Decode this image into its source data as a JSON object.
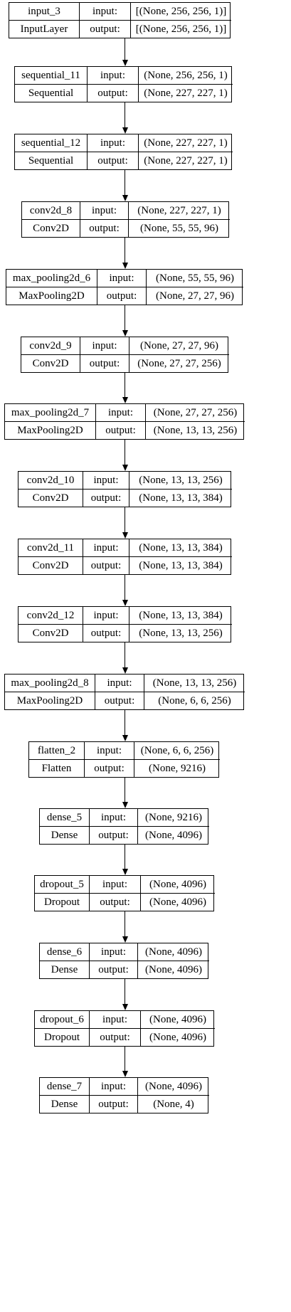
{
  "labels": {
    "input": "input:",
    "output": "output:"
  },
  "layers": [
    {
      "name": "input_3",
      "type": "InputLayer",
      "input": "[(None, 256, 256, 1)]",
      "output": "[(None, 256, 256, 1)]"
    },
    {
      "name": "sequential_11",
      "type": "Sequential",
      "input": "(None, 256, 256, 1)",
      "output": "(None, 227, 227, 1)"
    },
    {
      "name": "sequential_12",
      "type": "Sequential",
      "input": "(None, 227, 227, 1)",
      "output": "(None, 227, 227, 1)"
    },
    {
      "name": "conv2d_8",
      "type": "Conv2D",
      "input": "(None, 227, 227, 1)",
      "output": "(None, 55, 55, 96)"
    },
    {
      "name": "max_pooling2d_6",
      "type": "MaxPooling2D",
      "input": "(None, 55, 55, 96)",
      "output": "(None, 27, 27, 96)"
    },
    {
      "name": "conv2d_9",
      "type": "Conv2D",
      "input": "(None, 27, 27, 96)",
      "output": "(None, 27, 27, 256)"
    },
    {
      "name": "max_pooling2d_7",
      "type": "MaxPooling2D",
      "input": "(None, 27, 27, 256)",
      "output": "(None, 13, 13, 256)"
    },
    {
      "name": "conv2d_10",
      "type": "Conv2D",
      "input": "(None, 13, 13, 256)",
      "output": "(None, 13, 13, 384)"
    },
    {
      "name": "conv2d_11",
      "type": "Conv2D",
      "input": "(None, 13, 13, 384)",
      "output": "(None, 13, 13, 384)"
    },
    {
      "name": "conv2d_12",
      "type": "Conv2D",
      "input": "(None, 13, 13, 384)",
      "output": "(None, 13, 13, 256)"
    },
    {
      "name": "max_pooling2d_8",
      "type": "MaxPooling2D",
      "input": "(None, 13, 13, 256)",
      "output": "(None, 6, 6, 256)"
    },
    {
      "name": "flatten_2",
      "type": "Flatten",
      "input": "(None, 6, 6, 256)",
      "output": "(None, 9216)"
    },
    {
      "name": "dense_5",
      "type": "Dense",
      "input": "(None, 9216)",
      "output": "(None, 4096)"
    },
    {
      "name": "dropout_5",
      "type": "Dropout",
      "input": "(None, 4096)",
      "output": "(None, 4096)"
    },
    {
      "name": "dense_6",
      "type": "Dense",
      "input": "(None, 4096)",
      "output": "(None, 4096)"
    },
    {
      "name": "dropout_6",
      "type": "Dropout",
      "input": "(None, 4096)",
      "output": "(None, 4096)"
    },
    {
      "name": "dense_7",
      "type": "Dense",
      "input": "(None, 4096)",
      "output": "(None, 4)"
    }
  ]
}
